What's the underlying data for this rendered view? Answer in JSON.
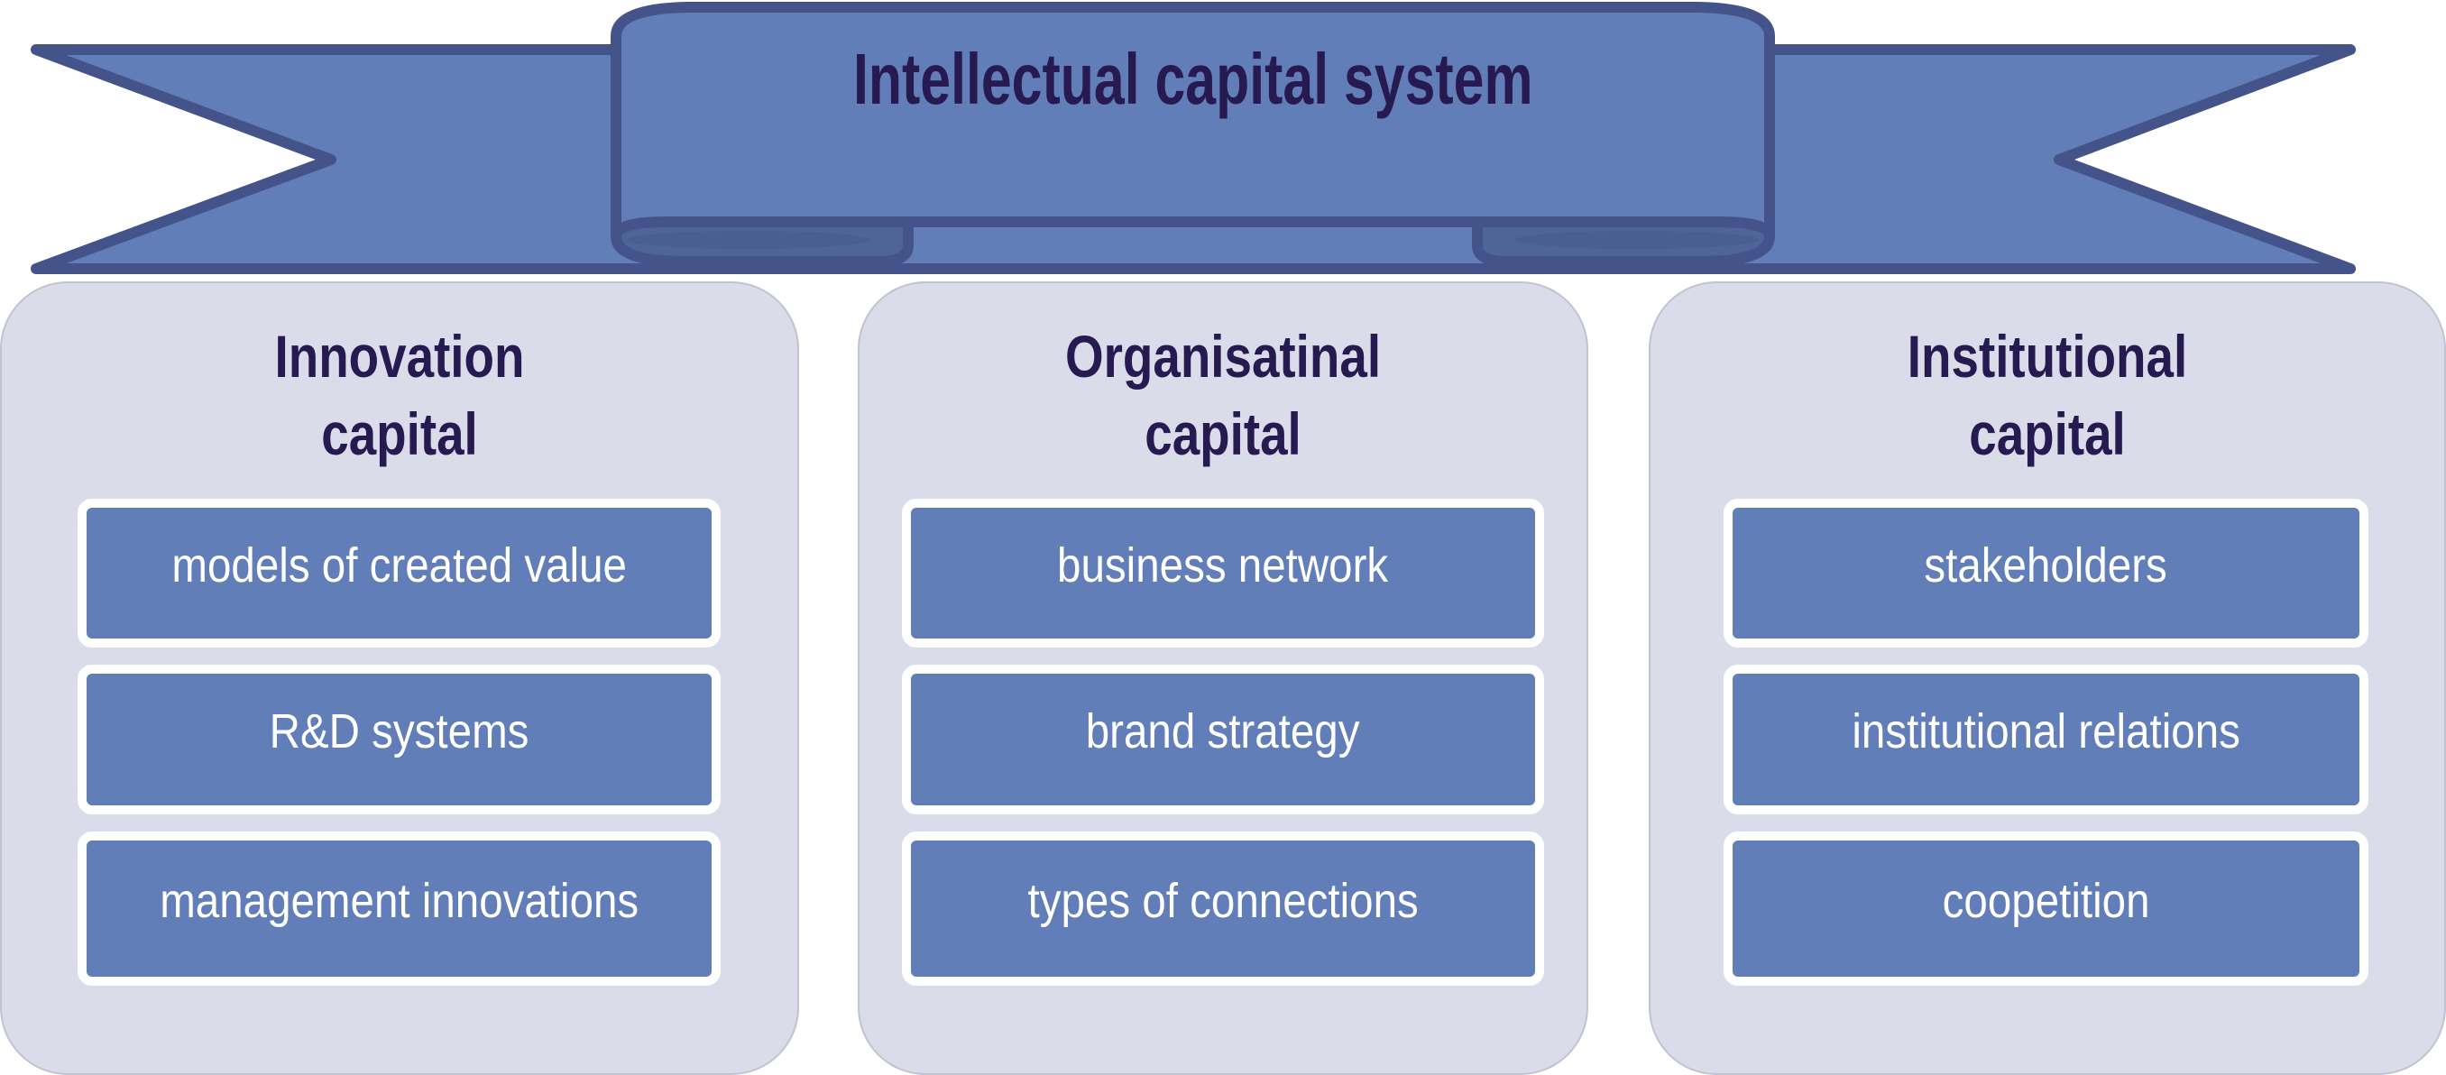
{
  "title": "Intellectual capital system",
  "colors": {
    "ribbon_fill": "#617EB8",
    "ribbon_stroke": "#44538A",
    "ribbon_curl_inner": "#4F6499",
    "card_fill": "#DBDCEA",
    "item_fill": "#617EB8",
    "heading_text": "#271A50",
    "item_text": "#FFFFFF"
  },
  "columns": [
    {
      "heading_line1": "Innovation",
      "heading_line2": "capital",
      "items": [
        "models of created value",
        "R&D systems",
        "management innovations"
      ]
    },
    {
      "heading_line1": "Organisatinal",
      "heading_line2": "capital",
      "items": [
        "business network",
        "brand strategy",
        "types of connections"
      ]
    },
    {
      "heading_line1": "Institutional",
      "heading_line2": "capital",
      "items": [
        "stakeholders",
        "institutional relations",
        "coopetition"
      ]
    }
  ]
}
